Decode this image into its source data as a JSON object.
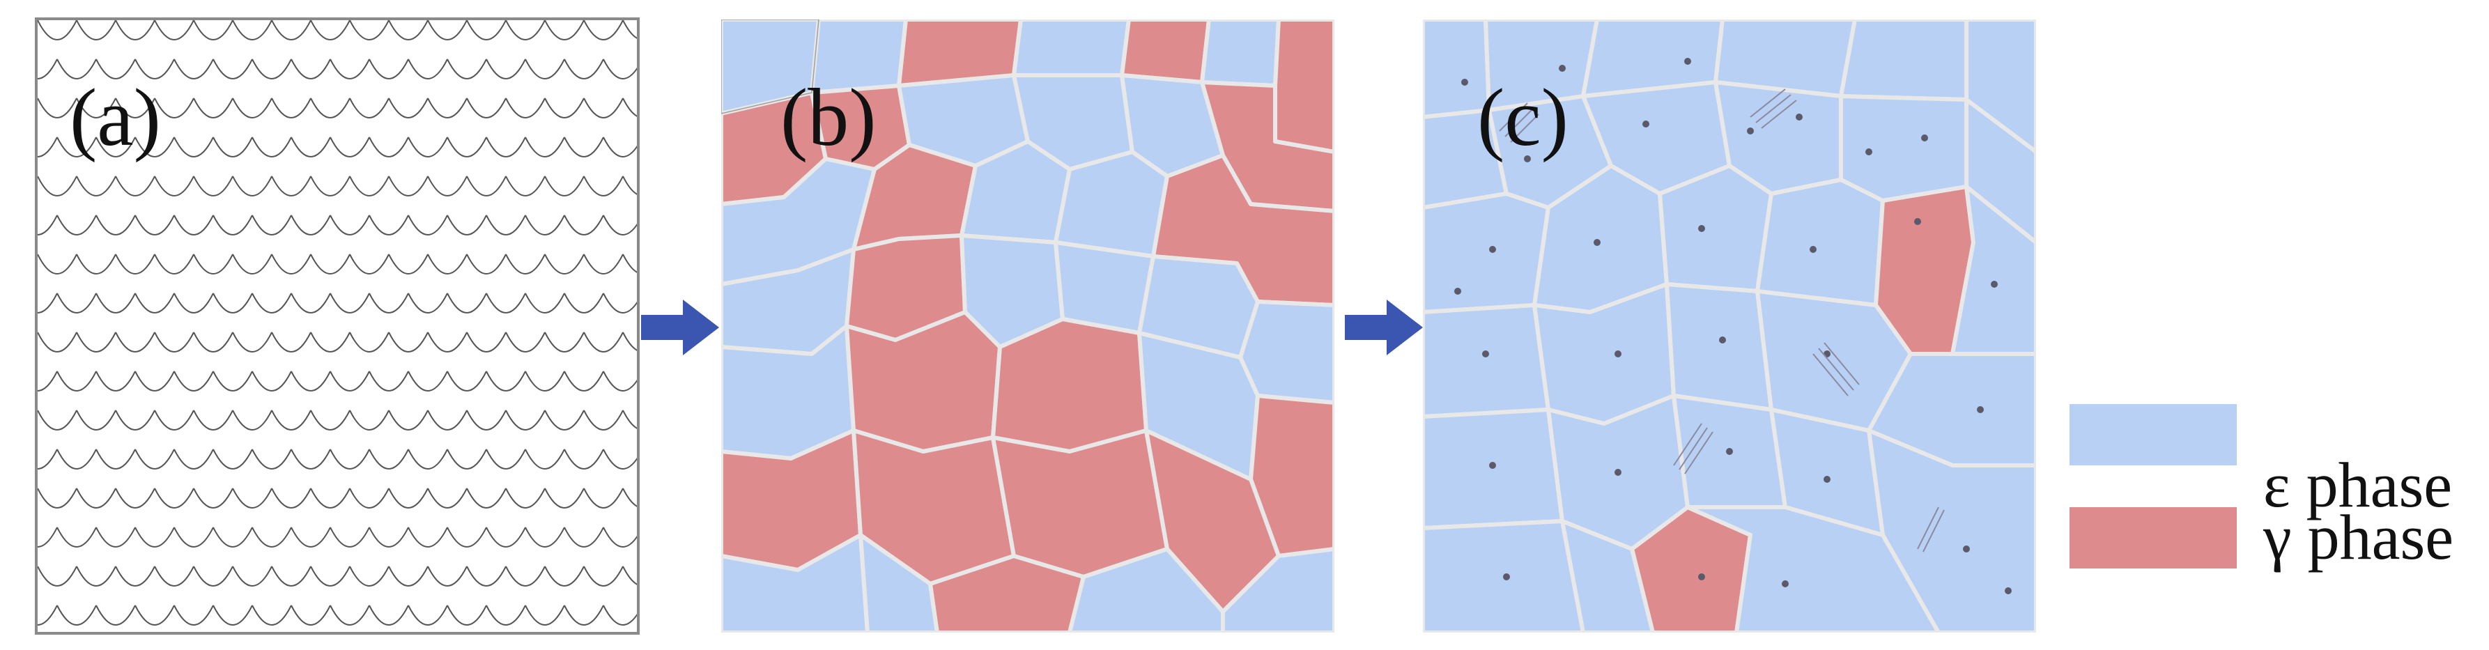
{
  "panels": {
    "a": {
      "label": "(a)"
    },
    "b": {
      "label": "(b)"
    },
    "c": {
      "label": "(c)"
    }
  },
  "legend": {
    "epsilon": {
      "label": "ε  phase",
      "color": "#b9d0f5"
    },
    "gamma": {
      "label": "γ phase",
      "color": "#de8b8e"
    }
  },
  "colors": {
    "arrow": "#3a56b0",
    "grain_boundary": "#9a9a9a",
    "scale_pattern": "#555555",
    "defect_dot": "#5a5a6a"
  }
}
